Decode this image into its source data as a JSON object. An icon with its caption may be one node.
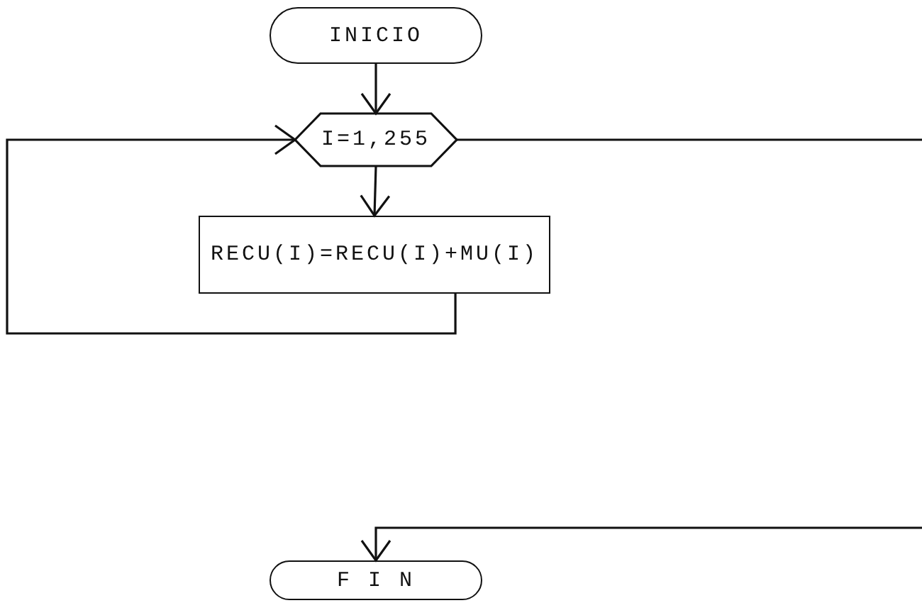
{
  "diagram": {
    "nodes": [
      {
        "text": [
          "INICIO"
        ]
      },
      {
        "text": [
          "I=1,255"
        ]
      },
      {
        "text": [
          "RECU(I)=RECU(I)+MU(I)"
        ]
      },
      {
        "text": [
          "F I N"
        ]
      }
    ],
    "edges": [
      {
        "from": 0,
        "to": 1,
        "arrow": "to"
      },
      {
        "from": 1,
        "to": 2,
        "arrow": "to"
      },
      {
        "from": 2,
        "to": 1,
        "arrow": "to"
      },
      {
        "from": 1,
        "to": null,
        "arrow": "none"
      },
      {
        "from": null,
        "to": 3,
        "arrow": "to"
      }
    ]
  }
}
